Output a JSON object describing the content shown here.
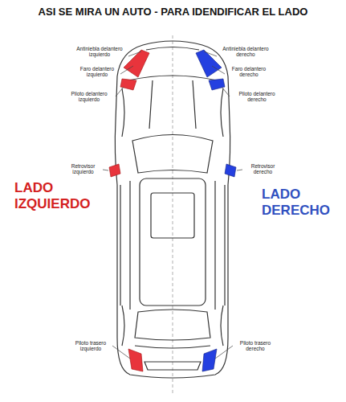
{
  "diagram": {
    "title": "ASI SE MIRA UN AUTO - PARA IDENDIFICAR EL LADO",
    "labels": [
      "Antiniebla delantero izquierdo",
      "Antiniebla delantero derecho",
      "Faro delantero izquierdo",
      "Faro delantero derecho",
      "Piloto delantero izquierdo",
      "Piloto delantero derecho",
      "Retrovisor izquierdo",
      "Retrovisor derecho",
      "LADO IZQUIERDO",
      "LADO DERECHO",
      "Piloto trasero izquierdo",
      "Piloto trasero derecho"
    ]
  }
}
